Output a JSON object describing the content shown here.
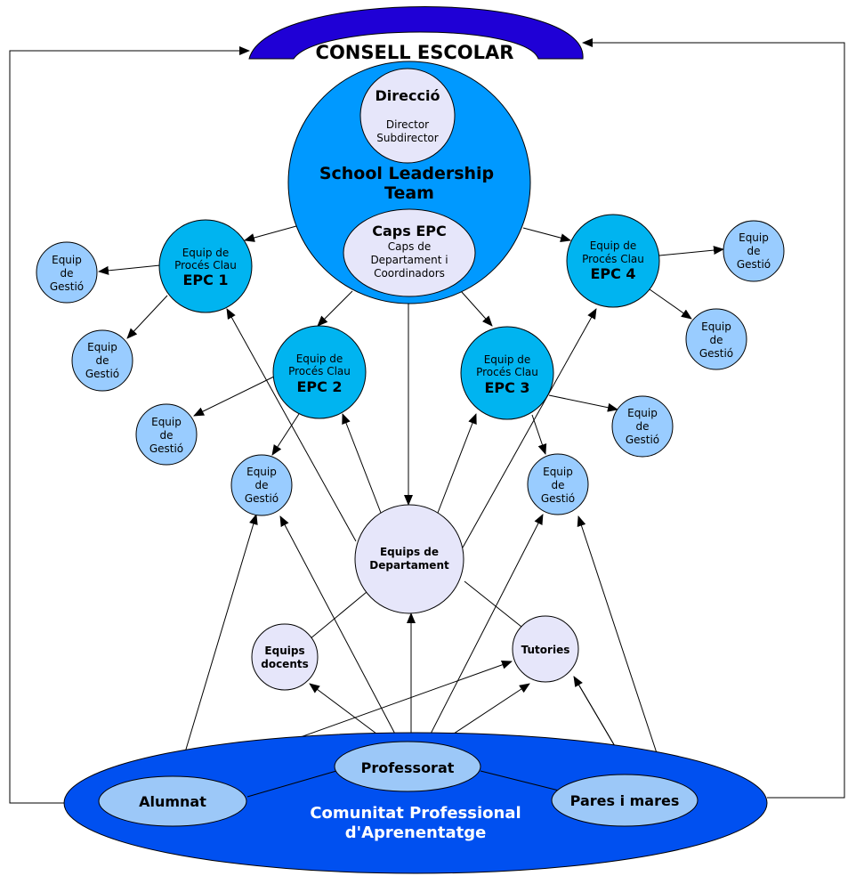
{
  "consell": {
    "title": "CONSELL ESCOLAR"
  },
  "slt": {
    "title_1": "School Leadership",
    "title_2": "Team",
    "direccio": {
      "title": "Direcció",
      "line1": "Director",
      "line2": "Subdirector"
    },
    "caps": {
      "title": "Caps EPC",
      "line1": "Caps de",
      "line2": "Departament i",
      "line3": "Coordinadors"
    }
  },
  "epc": [
    {
      "line1": "Equip de",
      "line2": "Procés Clau",
      "label": "EPC 1"
    },
    {
      "line1": "Equip de",
      "line2": "Procés Clau",
      "label": "EPC 2"
    },
    {
      "line1": "Equip de",
      "line2": "Procés Clau",
      "label": "EPC 3"
    },
    {
      "line1": "Equip de",
      "line2": "Procés Clau",
      "label": "EPC 4"
    }
  ],
  "gestio": [
    {
      "l1": "Equip",
      "l2": "de",
      "l3": "Gestió"
    },
    {
      "l1": "Equip",
      "l2": "de",
      "l3": "Gestió"
    },
    {
      "l1": "Equip",
      "l2": "de",
      "l3": "Gestió"
    },
    {
      "l1": "Equip",
      "l2": "de",
      "l3": "Gestió"
    },
    {
      "l1": "Equip",
      "l2": "de",
      "l3": "Gestió"
    },
    {
      "l1": "Equip",
      "l2": "de",
      "l3": "Gestió"
    },
    {
      "l1": "Equip",
      "l2": "de",
      "l3": "Gestió"
    },
    {
      "l1": "Equip",
      "l2": "de",
      "l3": "Gestió"
    }
  ],
  "departament": {
    "line1": "Equips de",
    "line2": "Departament"
  },
  "docents": {
    "line1": "Equips",
    "line2": "docents"
  },
  "tutories": {
    "label": "Tutories"
  },
  "comunitat": {
    "line1": "Comunitat Professional",
    "line2": "d'Aprenentatge",
    "professorat": "Professorat",
    "alumnat": "Alumnat",
    "pares": "Pares i mares"
  },
  "colors": {
    "arch": "#1f00d6",
    "slt": "#0099ff",
    "epc": "#00b4f0",
    "gestio": "#99ccff",
    "lavender": "#e6e6fa",
    "comunitat": "#0050f0",
    "member": "#9cc8f8"
  }
}
